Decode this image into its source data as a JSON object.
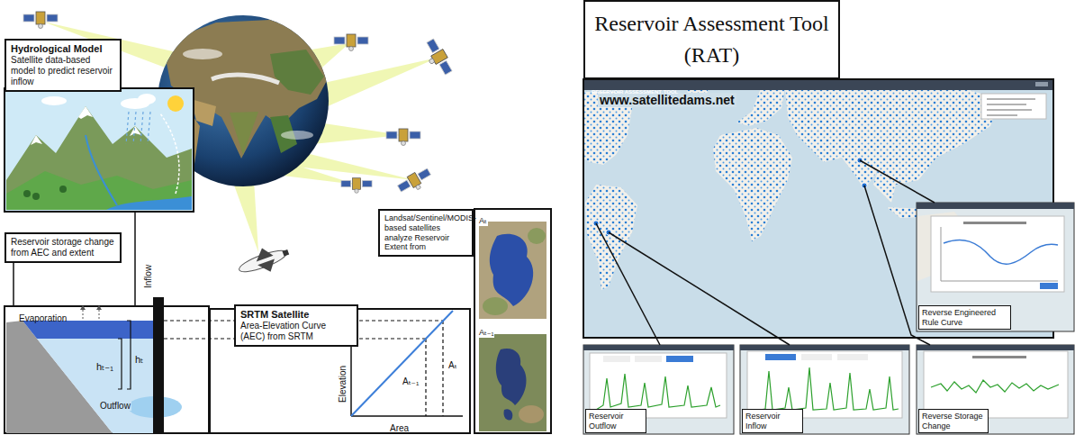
{
  "diagram": {
    "nodes": [
      {
        "text": [
          "Hydrological Model",
          "Satellite data-based model to predict reservoir inflow"
        ]
      },
      {
        "text": [
          "Reservoir storage change from AEC and extent"
        ]
      },
      {
        "text": [
          "Landsat/Sentinel/MODIS-based satellites analyze Reservoir Extent from"
        ]
      },
      {
        "text": [
          "SRTM Satellite",
          "Area-Elevation Curve (AEC) from SRTM"
        ]
      },
      {
        "text": [
          "Reservoir Assessment Tool (RAT)"
        ]
      },
      {
        "text": [
          "www.satellitedams.net"
        ]
      },
      {
        "text": [
          "Reverse Engineered Rule Curve"
        ]
      },
      {
        "text": [
          "Reservoir Outflow"
        ]
      },
      {
        "text": [
          "Reservoir Inflow"
        ]
      },
      {
        "text": [
          "Reverse Storage Change"
        ]
      }
    ],
    "edges": [
      {
        "from": 5,
        "to": 6,
        "arrow": "none"
      },
      {
        "from": 5,
        "to": 7,
        "arrow": "none"
      },
      {
        "from": 5,
        "to": 8,
        "arrow": "none"
      },
      {
        "from": 5,
        "to": 9,
        "arrow": "none"
      }
    ],
    "labels": [
      "Evaporation",
      "Inflow",
      "hₜ₋₁",
      "hₜ",
      "Outflow",
      "Elevation",
      "Area",
      "Aₜ₋₁",
      "Aₜ",
      "Aₜ",
      "Aₜ₋₁",
      "RESERVOIR ASSESSMENT TOOL"
    ]
  }
}
